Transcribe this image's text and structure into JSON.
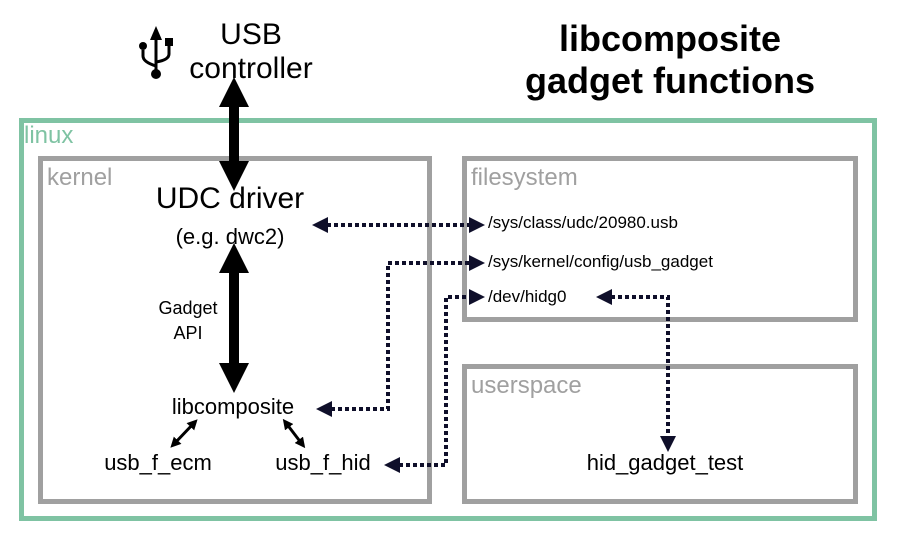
{
  "title": "libcomposite\ngadget functions",
  "usb_controller": "USB\ncontroller",
  "boxes": {
    "linux": "linux",
    "kernel": "kernel",
    "filesystem": "filesystem",
    "userspace": "userspace"
  },
  "kernel": {
    "udc_driver": "UDC driver",
    "udc_example": "(e.g. dwc2)",
    "gadget_api": "Gadget\nAPI",
    "libcomposite": "libcomposite",
    "usb_f_ecm": "usb_f_ecm",
    "usb_f_hid": "usb_f_hid"
  },
  "filesystem": {
    "paths": [
      "/sys/class/udc/20980.usb",
      "/sys/kernel/config/usb_gadget",
      "/dev/hidg0"
    ]
  },
  "userspace": {
    "program": "hid_gadget_test"
  },
  "colors": {
    "linux_border": "#7fc3a3",
    "box_border": "#a0a0a0",
    "arrow": "#000000",
    "dotted_arrow": "#0f0f2a"
  },
  "icons": [
    "usb-icon"
  ]
}
